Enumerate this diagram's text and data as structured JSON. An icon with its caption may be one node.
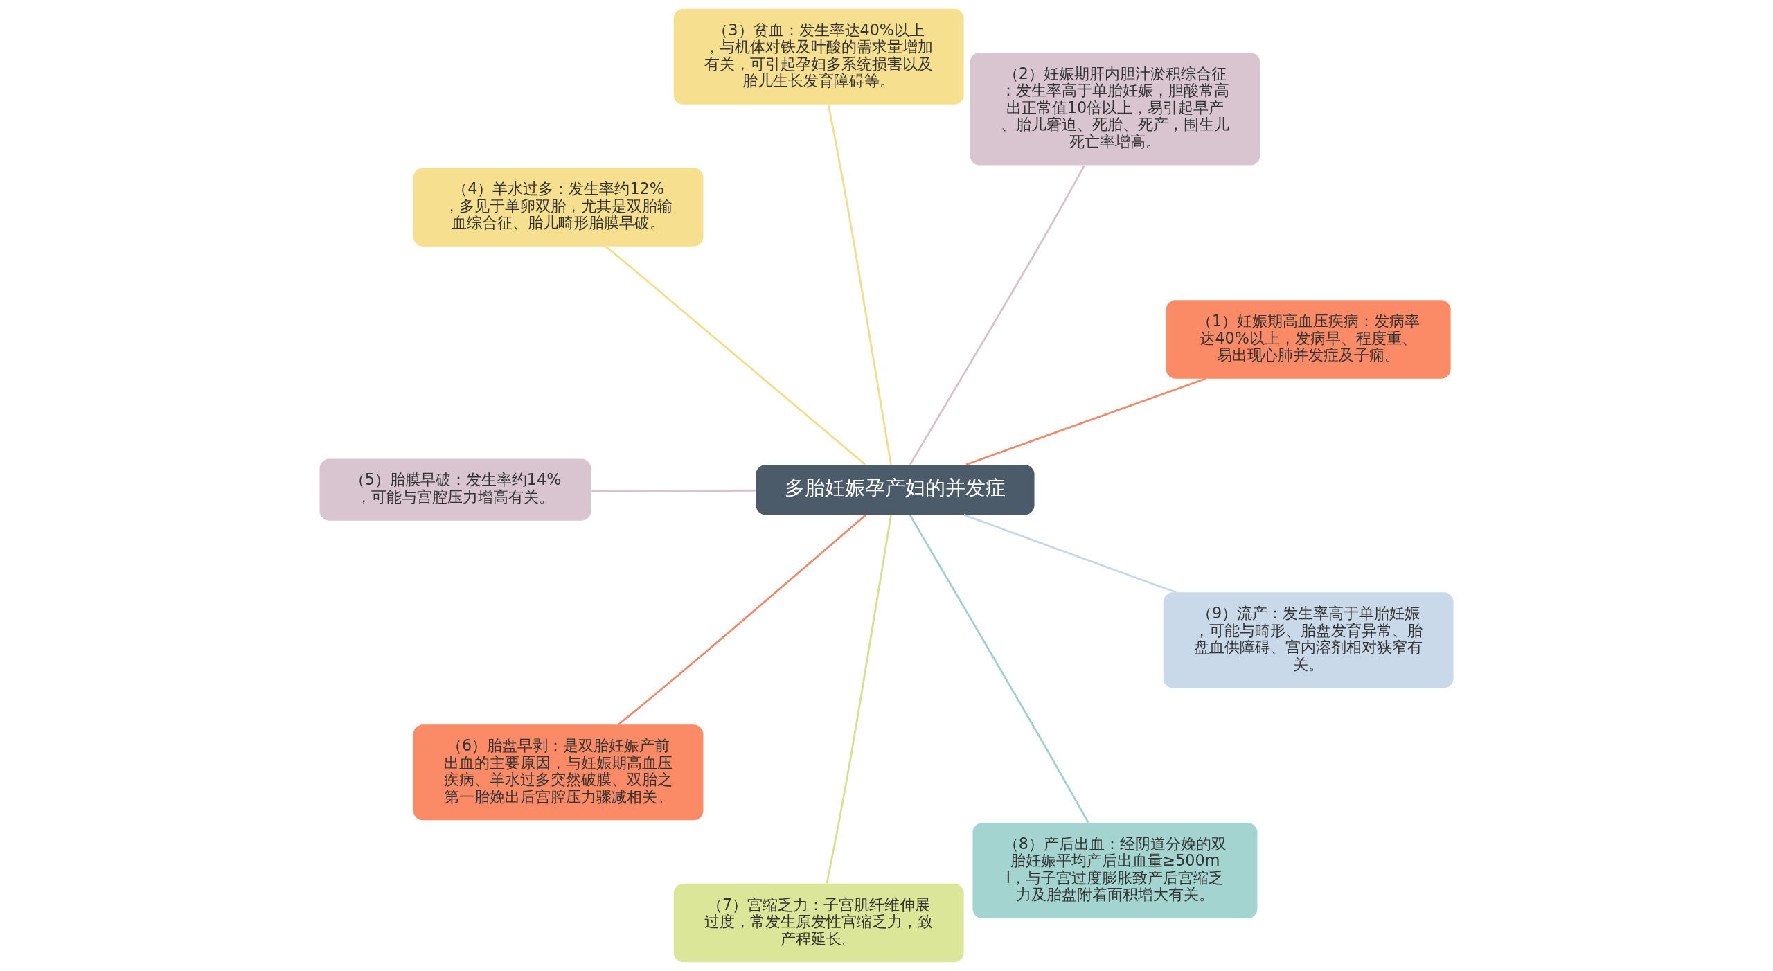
{
  "diagram": {
    "nodes": [
      {
        "text": [
          "多胎妊娠孕产妇的并发症"
        ]
      },
      {
        "text": [
          "（1）妊娠期高血压疾病：发病率达40%以上，发病早、程度重、易出现心肺并发症及子痫。"
        ]
      },
      {
        "text": [
          "（2）妊娠期肝内胆汁淤积综合征：发生率高于单胎妊娠，胆酸常高出正常值10倍以上，易引起早产、胎儿窘迫、死胎、死产，围生儿死亡率增高。"
        ]
      },
      {
        "text": [
          "（3）贫血：发生率达40%以上，与机体对铁及叶酸的需求量增加有关，可引起孕妇多系统损害以及胎儿生长发育障碍等。"
        ]
      },
      {
        "text": [
          "（4）羊水过多：发生率约12%，多见于单卵双胎，尤其是双胎输血综合征、胎儿畸形胎膜早破。"
        ]
      },
      {
        "text": [
          "（5）胎膜早破：发生率约14%，可能与宫腔压力增高有关。"
        ]
      },
      {
        "text": [
          "（6）胎盘早剥：是双胎妊娠产前出血的主要原因，与妊娠期高血压疾病、羊水过多突然破膜、双胎之第一胎娩出后宫腔压力骤减相关。"
        ]
      },
      {
        "text": [
          "（7）宫缩乏力：子宫肌纤维伸展过度，常发生原发性宫缩乏力，致产程延长。"
        ]
      },
      {
        "text": [
          "（8）产后出血：经阴道分娩的双胎妊娠平均产后出血量≥500ml，与子宫过度膨胀致产后宫缩乏力及胎盘附着面积增大有关。"
        ]
      },
      {
        "text": [
          "（9）流产：发生率高于单胎妊娠，可能与畸形、胎盘发育异常、胎盘血供障碍、宫内溶剂相对狭窄有关。"
        ]
      }
    ],
    "edges": [
      {
        "from": 0,
        "to": 1,
        "arrow": "none",
        "color": "#f0886a"
      },
      {
        "from": 0,
        "to": 2,
        "arrow": "none",
        "color": "#d7c3cc"
      },
      {
        "from": 0,
        "to": 3,
        "arrow": "none",
        "color": "#f5dc8a"
      },
      {
        "from": 0,
        "to": 4,
        "arrow": "none",
        "color": "#f5dc8a"
      },
      {
        "from": 0,
        "to": 5,
        "arrow": "none",
        "color": "#d7c3cc"
      },
      {
        "from": 0,
        "to": 6,
        "arrow": "none",
        "color": "#f0886a"
      },
      {
        "from": 0,
        "to": 7,
        "arrow": "none",
        "color": "#d6e08e"
      },
      {
        "from": 0,
        "to": 8,
        "arrow": "none",
        "color": "#9fd0cb"
      },
      {
        "from": 0,
        "to": 9,
        "arrow": "none",
        "color": "#c5d8e8"
      }
    ]
  }
}
